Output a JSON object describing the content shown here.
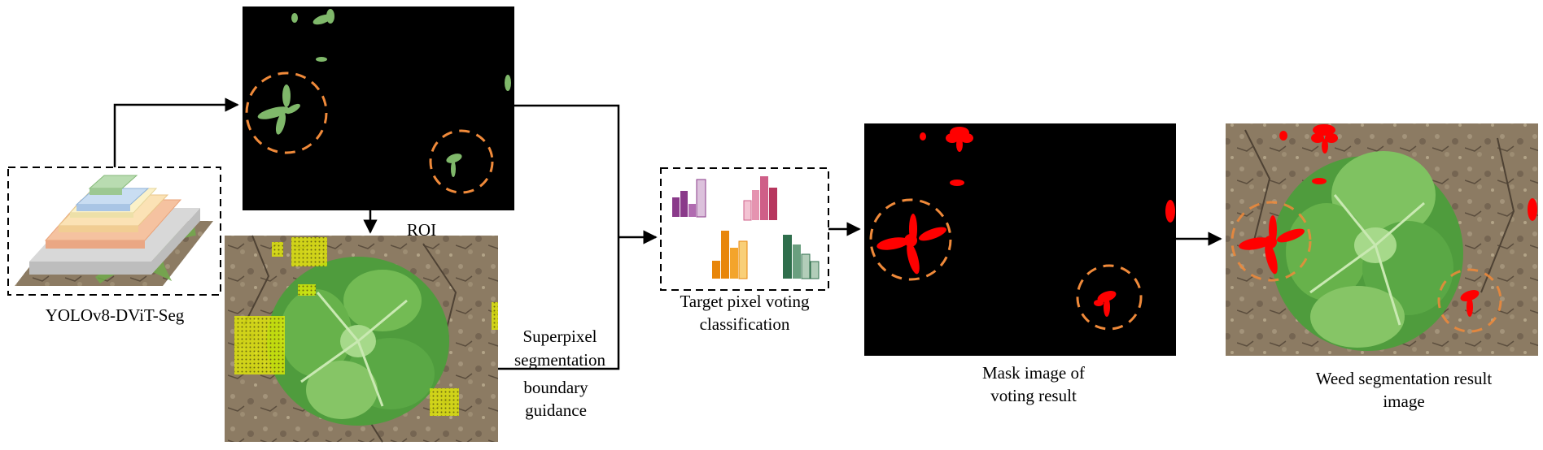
{
  "labels": {
    "model": "YOLOv8-DViT-Seg",
    "roi": "ROI",
    "superpixel_1": "Superpixel",
    "superpixel_2": "segmentation",
    "boundary_1": "boundary",
    "boundary_2": "guidance",
    "voting_1": "Target pixel voting",
    "voting_2": "classification",
    "mask_1": "Mask image of",
    "mask_2": "voting result",
    "result_1": "Weed segmentation result",
    "result_2": "image"
  },
  "colors": {
    "highlight_ring": "#f08a3a",
    "weed_mask": "#ff0000",
    "superpixel_patch": "#e6f000",
    "soil": "#8a7a62",
    "lettuce": "#5aa845",
    "layers": [
      "#c8c8c8",
      "#f5c2a0",
      "#fbe2b5",
      "#fbf1c8",
      "#c9ddf2",
      "#b9dcb1"
    ],
    "hist_purple": [
      "#8a3a8a",
      "#b06bb0",
      "#dcc1dc"
    ],
    "hist_pink": [
      "#f3c3d3",
      "#e593b0",
      "#cf5f88",
      "#b7365e"
    ],
    "hist_orange": [
      "#e8860a",
      "#f3a42c",
      "#f9cf78"
    ],
    "hist_green": [
      "#2f6e4c",
      "#6a9f7f",
      "#b2cdb9"
    ]
  },
  "icons": [
    "layer-stack-icon",
    "histogram-icon",
    "arrow-icon",
    "dashed-circle-icon"
  ]
}
